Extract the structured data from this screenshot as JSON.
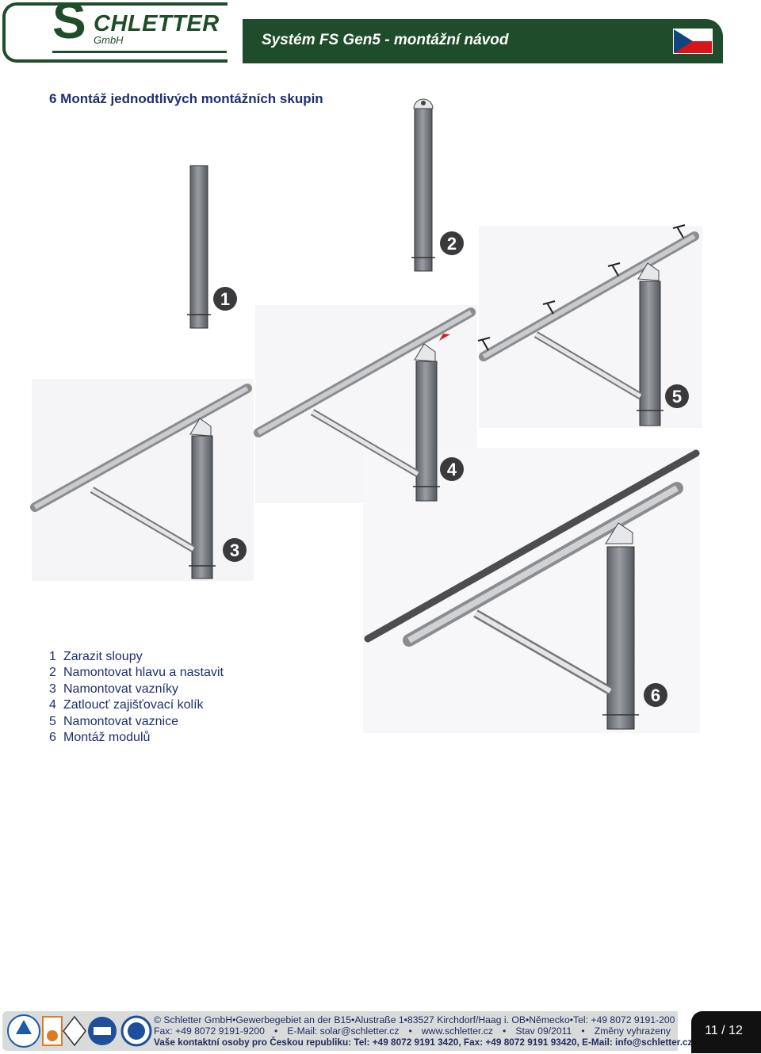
{
  "header": {
    "logo_initial": "S",
    "logo_word": "CHLETTER",
    "logo_gmbh": "GmbH",
    "title": "Systém FS Gen5 - montážní návod",
    "flag_icon": "czech-flag-icon"
  },
  "section": {
    "heading": "6 Montáž jednodtlivých montážních skupin"
  },
  "figure": {
    "callouts": [
      "1",
      "2",
      "3",
      "4",
      "5",
      "6"
    ]
  },
  "steps": [
    {
      "num": "1",
      "text": "Zarazit sloupy"
    },
    {
      "num": "2",
      "text": "Namontovat hlavu a nastavit"
    },
    {
      "num": "3",
      "text": "Namontovat vazníky"
    },
    {
      "num": "4",
      "text": "Zatloucť zajišťovací kolík"
    },
    {
      "num": "5",
      "text": "Namontovat vaznice"
    },
    {
      "num": "6",
      "text": "Montáž modulů"
    }
  ],
  "footer": {
    "line1": [
      "© Schletter GmbH",
      "•",
      "Gewerbegebiet an der B15",
      "•",
      "Alustraße 1",
      "•",
      "83527 Kirchdorf/Haag i. OB",
      "•",
      "Německo",
      "•",
      "Tel: +49 8072 9191-200"
    ],
    "line2": [
      "Fax: +49 8072 9191-9200",
      "•",
      "E-Mail: solar@schletter.cz",
      "•",
      "www.schletter.cz",
      "•",
      "Stav 09/2011",
      "•",
      "Změny vyhrazeny"
    ],
    "line3": "Vaše kontaktní osoby pro Českou republiku: Tel: +49 8072 9191 3420, Fax: +49 8072 9191 93420, E-Mail: info@schletter.cz",
    "badges": [
      "tuv-rheinland-icon",
      "cert-icon",
      "dibt-icon",
      "tuv-sud-icon",
      "gs-slv-icon"
    ],
    "page": "11 / 12"
  }
}
